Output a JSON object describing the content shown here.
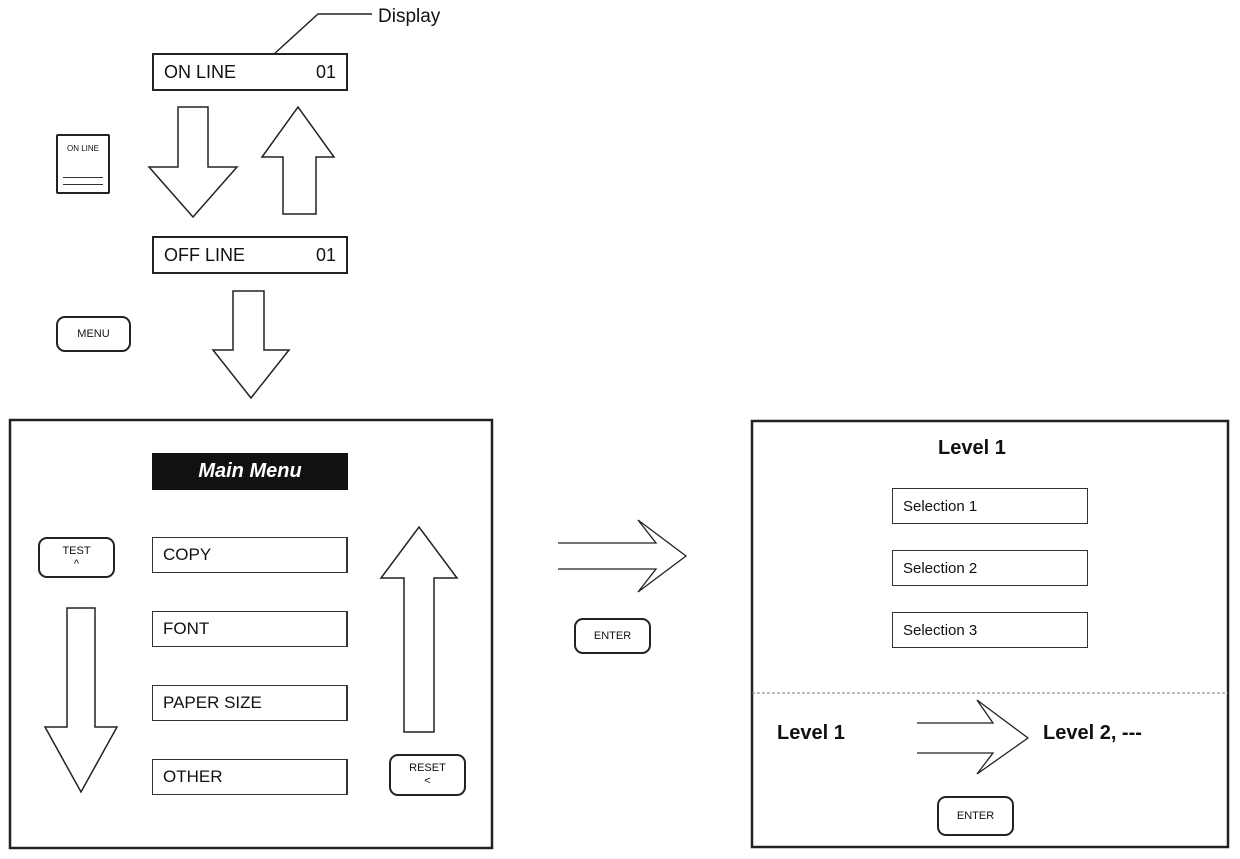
{
  "callout": {
    "display_label": "Display"
  },
  "lcd_online": {
    "text": "ON LINE",
    "num": "01"
  },
  "lcd_offline": {
    "text": "OFF LINE",
    "num": "01"
  },
  "keys": {
    "online_key": "ON LINE",
    "menu_key": "MENU",
    "test_key": "TEST",
    "test_glyph": "^",
    "reset_key": "RESET",
    "reset_glyph": "<",
    "enter_key": "ENTER",
    "enter_key_2": "ENTER"
  },
  "main_menu": {
    "title": "Main Menu",
    "items": [
      "COPY",
      "FONT",
      "PAPER SIZE",
      "OTHER"
    ]
  },
  "level_panel": {
    "title": "Level 1",
    "selections": [
      "Selection 1",
      "Selection 2",
      "Selection 3"
    ],
    "from_label": "Level 1",
    "to_label": "Level 2, ---"
  }
}
